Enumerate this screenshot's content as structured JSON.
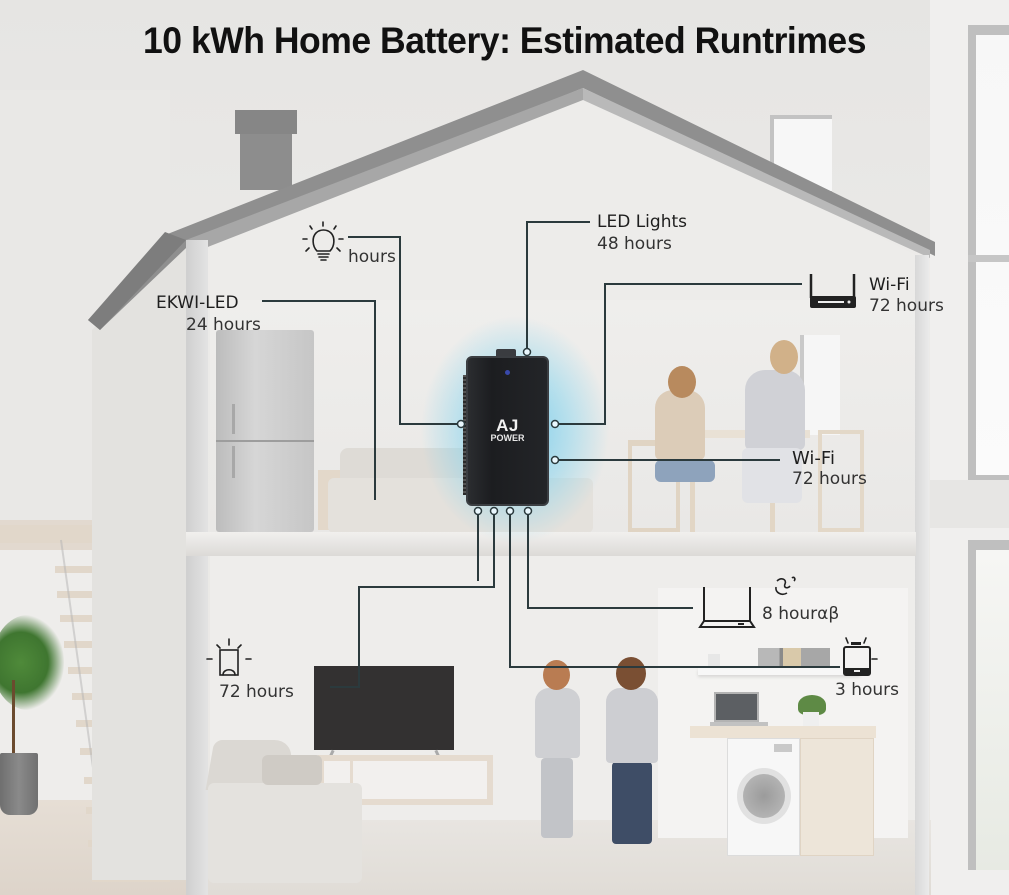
{
  "title": "10 kWh Home Battery: Estimated Runtrimes",
  "battery": {
    "brand": "AJ",
    "brand_sub": "POWER",
    "capacity": "10 kWh",
    "glow_color": "#56c4ec",
    "body_color": "#222427"
  },
  "appliances": [
    {
      "id": "bulb",
      "name": "",
      "runtime": "hours",
      "icon": "light-bulb-icon"
    },
    {
      "id": "fridge",
      "name": "EKWI-LED",
      "runtime": "24 hours",
      "icon": ""
    },
    {
      "id": "led-lights",
      "name": "LED Lights",
      "runtime": "48 hours",
      "icon": ""
    },
    {
      "id": "router-top",
      "name": "Wi-Fi",
      "runtime": "72 hours",
      "icon": "router-icon"
    },
    {
      "id": "wifi-mid",
      "name": "Wi-Fi",
      "runtime": "72 hours",
      "icon": ""
    },
    {
      "id": "lamp-lower",
      "name": "",
      "runtime": "72 hours",
      "icon": "lamp-icon"
    },
    {
      "id": "laptop",
      "name": "",
      "runtime": "8 hourαβ",
      "icon": "laptop-icon"
    },
    {
      "id": "tablet",
      "name": "",
      "runtime": "3 hours",
      "icon": "tablet-icon"
    }
  ],
  "colors": {
    "connector_line": "#2b3a3d",
    "label_text": "#262626",
    "house_frame": "#8f8f8f"
  }
}
